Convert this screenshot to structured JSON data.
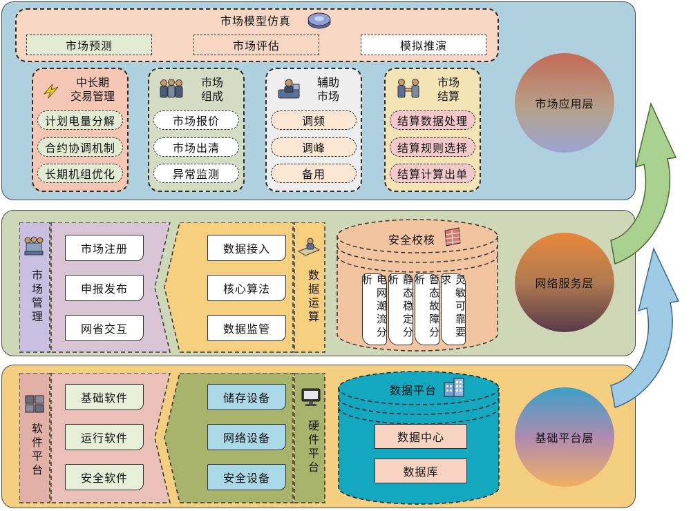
{
  "app": {
    "layer1": {
      "label": "市场应用层",
      "sim": {
        "title": "市场模型仿真",
        "items": [
          "市场预测",
          "市场评估",
          "模拟推演"
        ]
      },
      "col1": {
        "title": "中长期\n交易管理",
        "items": [
          "计划电量分解",
          "合约协调机制",
          "长期机组优化"
        ]
      },
      "col2": {
        "title": "市场\n组成",
        "items": [
          "市场报价",
          "市场出清",
          "异常监测"
        ]
      },
      "col3": {
        "title": "辅助\n市场",
        "items": [
          "调频",
          "调峰",
          "备用"
        ]
      },
      "col4": {
        "title": "市场\n结算",
        "items": [
          "结算数据处理",
          "结算规则选择",
          "结算计算出单"
        ]
      }
    },
    "layer2": {
      "label": "网络服务层",
      "market_mgmt": {
        "title": "市场管理",
        "items": [
          "市场注册",
          "申报发布",
          "网省交互"
        ]
      },
      "data_calc": {
        "title": "数据运算",
        "items": [
          "数据接入",
          "核心算法",
          "数据监管"
        ]
      },
      "security": {
        "title": "安全校核",
        "items": [
          "电网潮流分析",
          "静态稳定分析",
          "暂态故障分析",
          "灵敏可靠要求"
        ]
      }
    },
    "layer3": {
      "label": "基础平台层",
      "software": {
        "title": "软件平台",
        "items": [
          "基础软件",
          "运行软件",
          "安全软件"
        ]
      },
      "hardware": {
        "title": "硬件平台",
        "items": [
          "储存设备",
          "网络设备",
          "安全设备"
        ]
      },
      "data_platform": {
        "title": "数据平台",
        "items": [
          "数据中心",
          "数据库"
        ]
      }
    }
  },
  "colors": {
    "layer1_bg": "#aed0df",
    "layer2_bg": "#ced8b6",
    "layer3_bg": "#f4cf7f",
    "arrow_green": "#a9d08e",
    "arrow_blue": "#9fcbe6"
  }
}
